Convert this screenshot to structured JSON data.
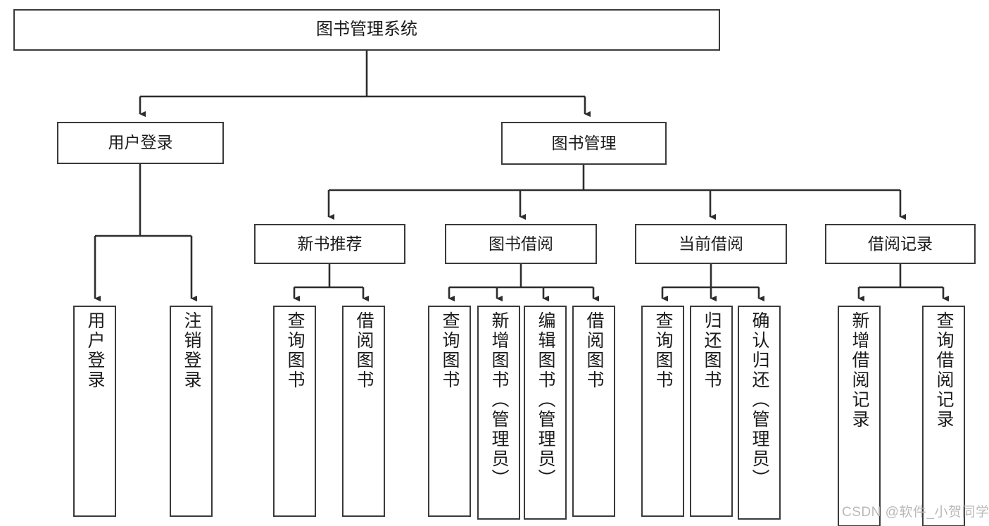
{
  "diagram": {
    "type": "tree-hierarchy-chart",
    "title": "图书管理系统",
    "stroke_color": "#3a3a3a",
    "text_color": "#1b1b1b",
    "background_color": "#ffffff",
    "watermark": "CSDN @软件_小贺同学",
    "watermark_color": "#b9b9b9",
    "levels": [
      {
        "level": 0,
        "nodes": [
          {
            "id": "root",
            "label": "图书管理系统",
            "orientation": "horizontal"
          }
        ]
      },
      {
        "level": 1,
        "nodes": [
          {
            "id": "user-login",
            "label": "用户登录",
            "orientation": "horizontal",
            "parent": "root"
          },
          {
            "id": "book-manage",
            "label": "图书管理",
            "orientation": "horizontal",
            "parent": "root"
          }
        ]
      },
      {
        "level": 2,
        "nodes": [
          {
            "id": "new-book-rec",
            "label": "新书推荐",
            "orientation": "horizontal",
            "parent": "book-manage"
          },
          {
            "id": "book-borrow",
            "label": "图书借阅",
            "orientation": "horizontal",
            "parent": "book-manage"
          },
          {
            "id": "current-borrow",
            "label": "当前借阅",
            "orientation": "horizontal",
            "parent": "book-manage"
          },
          {
            "id": "borrow-record",
            "label": "借阅记录",
            "orientation": "horizontal",
            "parent": "book-manage"
          }
        ]
      },
      {
        "level": 3,
        "nodes": [
          {
            "id": "leaf-user-login",
            "label": "用户登录",
            "orientation": "vertical",
            "parent": "user-login"
          },
          {
            "id": "leaf-logout",
            "label": "注销登录",
            "orientation": "vertical",
            "parent": "user-login"
          },
          {
            "id": "leaf-query-book-1",
            "label": "查询图书",
            "orientation": "vertical",
            "parent": "new-book-rec"
          },
          {
            "id": "leaf-borrow-book-1",
            "label": "借阅图书",
            "orientation": "vertical",
            "parent": "new-book-rec"
          },
          {
            "id": "leaf-query-book-2",
            "label": "查询图书",
            "orientation": "vertical",
            "parent": "book-borrow"
          },
          {
            "id": "leaf-add-book",
            "label": "新增图书（管理员）",
            "orientation": "vertical",
            "parent": "book-borrow"
          },
          {
            "id": "leaf-edit-book",
            "label": "编辑图书（管理员）",
            "orientation": "vertical",
            "parent": "book-borrow"
          },
          {
            "id": "leaf-borrow-book-2",
            "label": "借阅图书",
            "orientation": "vertical",
            "parent": "book-borrow"
          },
          {
            "id": "leaf-query-book-3",
            "label": "查询图书",
            "orientation": "vertical",
            "parent": "current-borrow"
          },
          {
            "id": "leaf-return-book",
            "label": "归还图书",
            "orientation": "vertical",
            "parent": "current-borrow"
          },
          {
            "id": "leaf-confirm-return",
            "label": "确认归还（管理员）",
            "orientation": "vertical",
            "parent": "current-borrow"
          },
          {
            "id": "leaf-add-record",
            "label": "新增借阅记录",
            "orientation": "vertical",
            "parent": "borrow-record"
          },
          {
            "id": "leaf-query-record",
            "label": "查询借阅记录",
            "orientation": "vertical",
            "parent": "borrow-record"
          }
        ]
      }
    ]
  }
}
